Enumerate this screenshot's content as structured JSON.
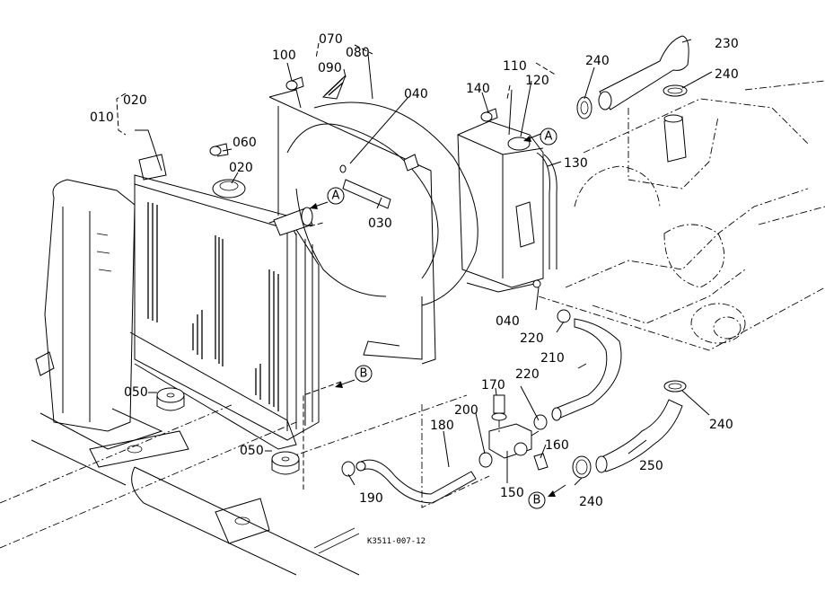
{
  "diagram": {
    "title": "Radiator / cooling system exploded parts view",
    "drawing_code": "K3511-007-12",
    "background": "#ffffff",
    "line_color": "#000000",
    "part_labels": [
      {
        "id": "010",
        "text": "010"
      },
      {
        "id": "020a",
        "text": "020"
      },
      {
        "id": "020b",
        "text": "020"
      },
      {
        "id": "030",
        "text": "030"
      },
      {
        "id": "040a",
        "text": "040"
      },
      {
        "id": "040b",
        "text": "040"
      },
      {
        "id": "050a",
        "text": "050"
      },
      {
        "id": "050b",
        "text": "050"
      },
      {
        "id": "060",
        "text": "060"
      },
      {
        "id": "070",
        "text": "070"
      },
      {
        "id": "080",
        "text": "080"
      },
      {
        "id": "090",
        "text": "090"
      },
      {
        "id": "100",
        "text": "100"
      },
      {
        "id": "110",
        "text": "110"
      },
      {
        "id": "120",
        "text": "120"
      },
      {
        "id": "130",
        "text": "130"
      },
      {
        "id": "140",
        "text": "140"
      },
      {
        "id": "150",
        "text": "150"
      },
      {
        "id": "160",
        "text": "160"
      },
      {
        "id": "170",
        "text": "170"
      },
      {
        "id": "180",
        "text": "180"
      },
      {
        "id": "190",
        "text": "190"
      },
      {
        "id": "200",
        "text": "200"
      },
      {
        "id": "210",
        "text": "210"
      },
      {
        "id": "220a",
        "text": "220"
      },
      {
        "id": "220b",
        "text": "220"
      },
      {
        "id": "230",
        "text": "230"
      },
      {
        "id": "240a",
        "text": "240"
      },
      {
        "id": "240b",
        "text": "240"
      },
      {
        "id": "240c",
        "text": "240"
      },
      {
        "id": "240d",
        "text": "240"
      },
      {
        "id": "250",
        "text": "250"
      }
    ],
    "reference_markers": [
      {
        "id": "A1",
        "text": "A"
      },
      {
        "id": "A2",
        "text": "A"
      },
      {
        "id": "B1",
        "text": "B"
      },
      {
        "id": "B2",
        "text": "B"
      }
    ]
  }
}
